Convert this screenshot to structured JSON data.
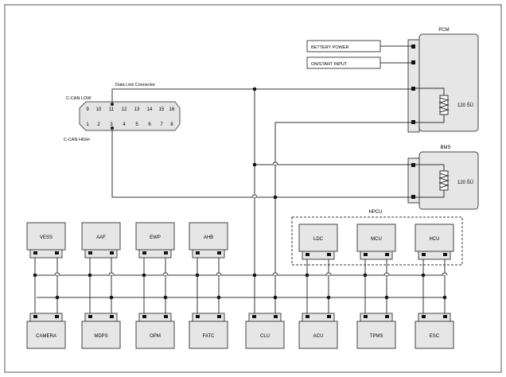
{
  "diagram": {
    "modules": {
      "pcm": "PCM",
      "bms": "BMS",
      "hpcu": "HPCU"
    },
    "inputs": {
      "battery": "BETTERY POWER",
      "onstart": "ON/START INPUT"
    },
    "resistor_label": "120 ŠÜ",
    "connector": {
      "title": "Data Link Connector",
      "can_low": "C-CAN LOW",
      "can_high": "C-CAN HIGH",
      "pins_top": [
        "9",
        "10",
        "11",
        "12",
        "13",
        "14",
        "15",
        "16"
      ],
      "pins_bottom": [
        "1",
        "2",
        "3",
        "4",
        "5",
        "6",
        "7",
        "8"
      ]
    },
    "top_row": [
      "VESS",
      "AAF",
      "EWP",
      "AHB"
    ],
    "hpcu_modules": [
      "LDC",
      "MCU",
      "HCU"
    ],
    "bottom_row": [
      "CAMERA",
      "MDPS",
      "OPM",
      "FATC",
      "CLU",
      "ACU",
      "TPMS",
      "ESC"
    ]
  }
}
